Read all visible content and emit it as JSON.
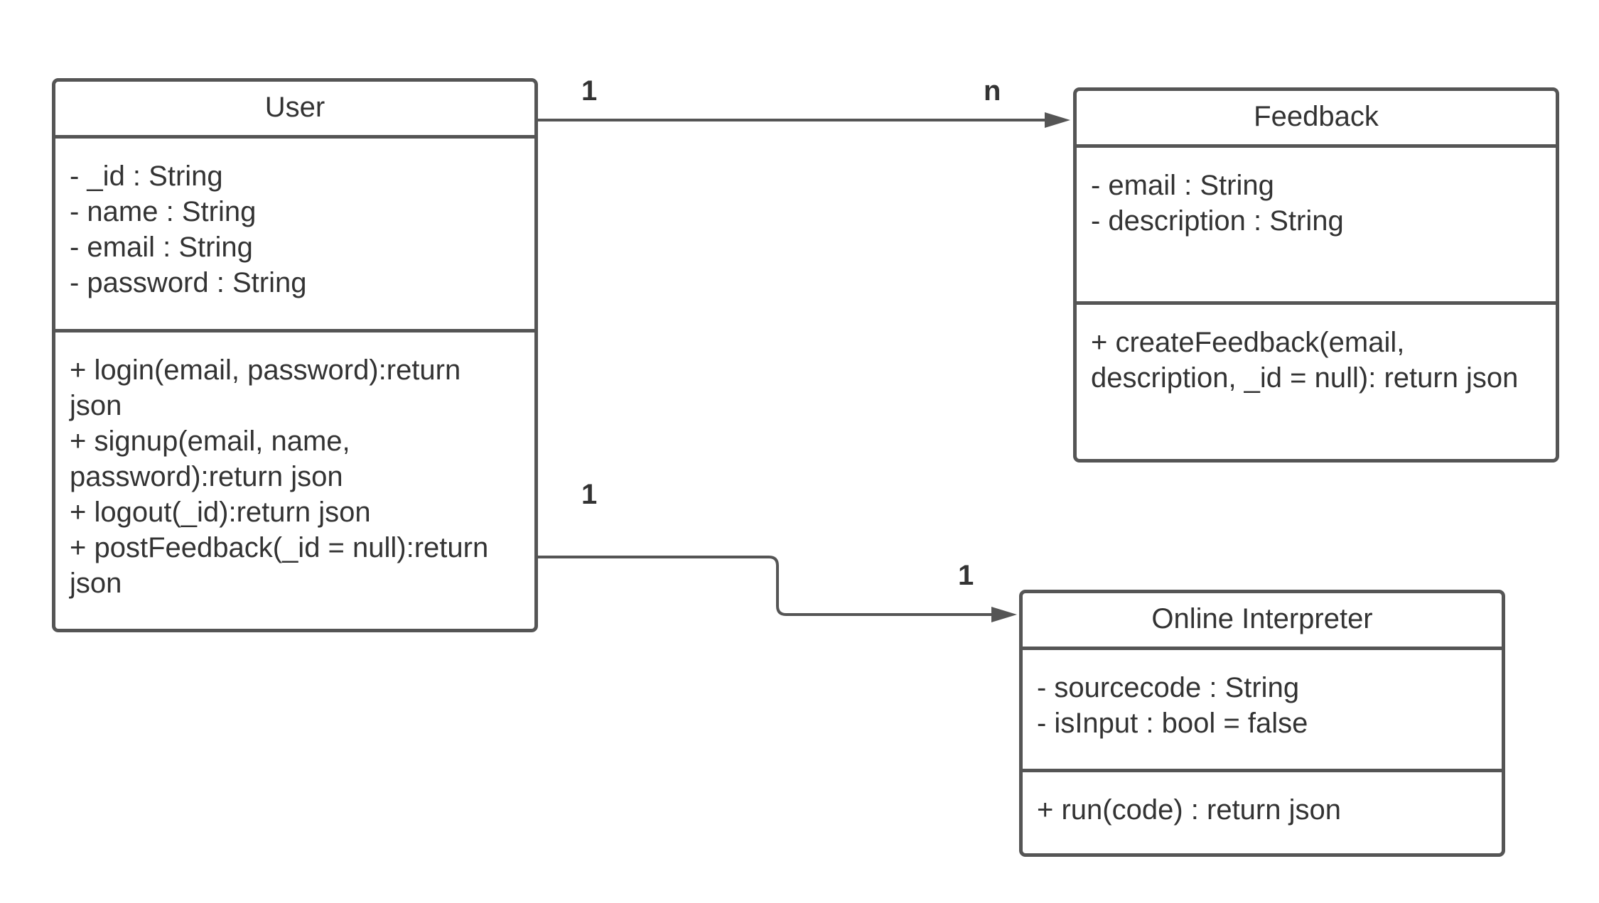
{
  "classes": {
    "user": {
      "name": "User",
      "attributes": [
        "- _id : String",
        "- name : String",
        "- email : String",
        "- password : String"
      ],
      "methods": [
        "+ login(email, password):return json",
        "+ signup(email, name, password):return json",
        "+ logout(_id):return json",
        "+ postFeedback(_id = null):return json"
      ]
    },
    "feedback": {
      "name": "Feedback",
      "attributes": [
        "- email : String",
        "- description : String"
      ],
      "methods": [
        "+ createFeedback(email, description, _id = null): return json"
      ]
    },
    "interpreter": {
      "name": "Online Interpreter",
      "attributes": [
        "- sourcecode : String",
        "- isInput : bool = false"
      ],
      "methods": [
        "+ run(code) : return json"
      ]
    }
  },
  "associations": {
    "user_feedback": {
      "source_multiplicity": "1",
      "target_multiplicity": "n"
    },
    "user_interpreter": {
      "source_multiplicity": "1",
      "target_multiplicity": "1"
    }
  },
  "colors": {
    "line": "#555555",
    "text": "#333333",
    "background": "#ffffff"
  }
}
